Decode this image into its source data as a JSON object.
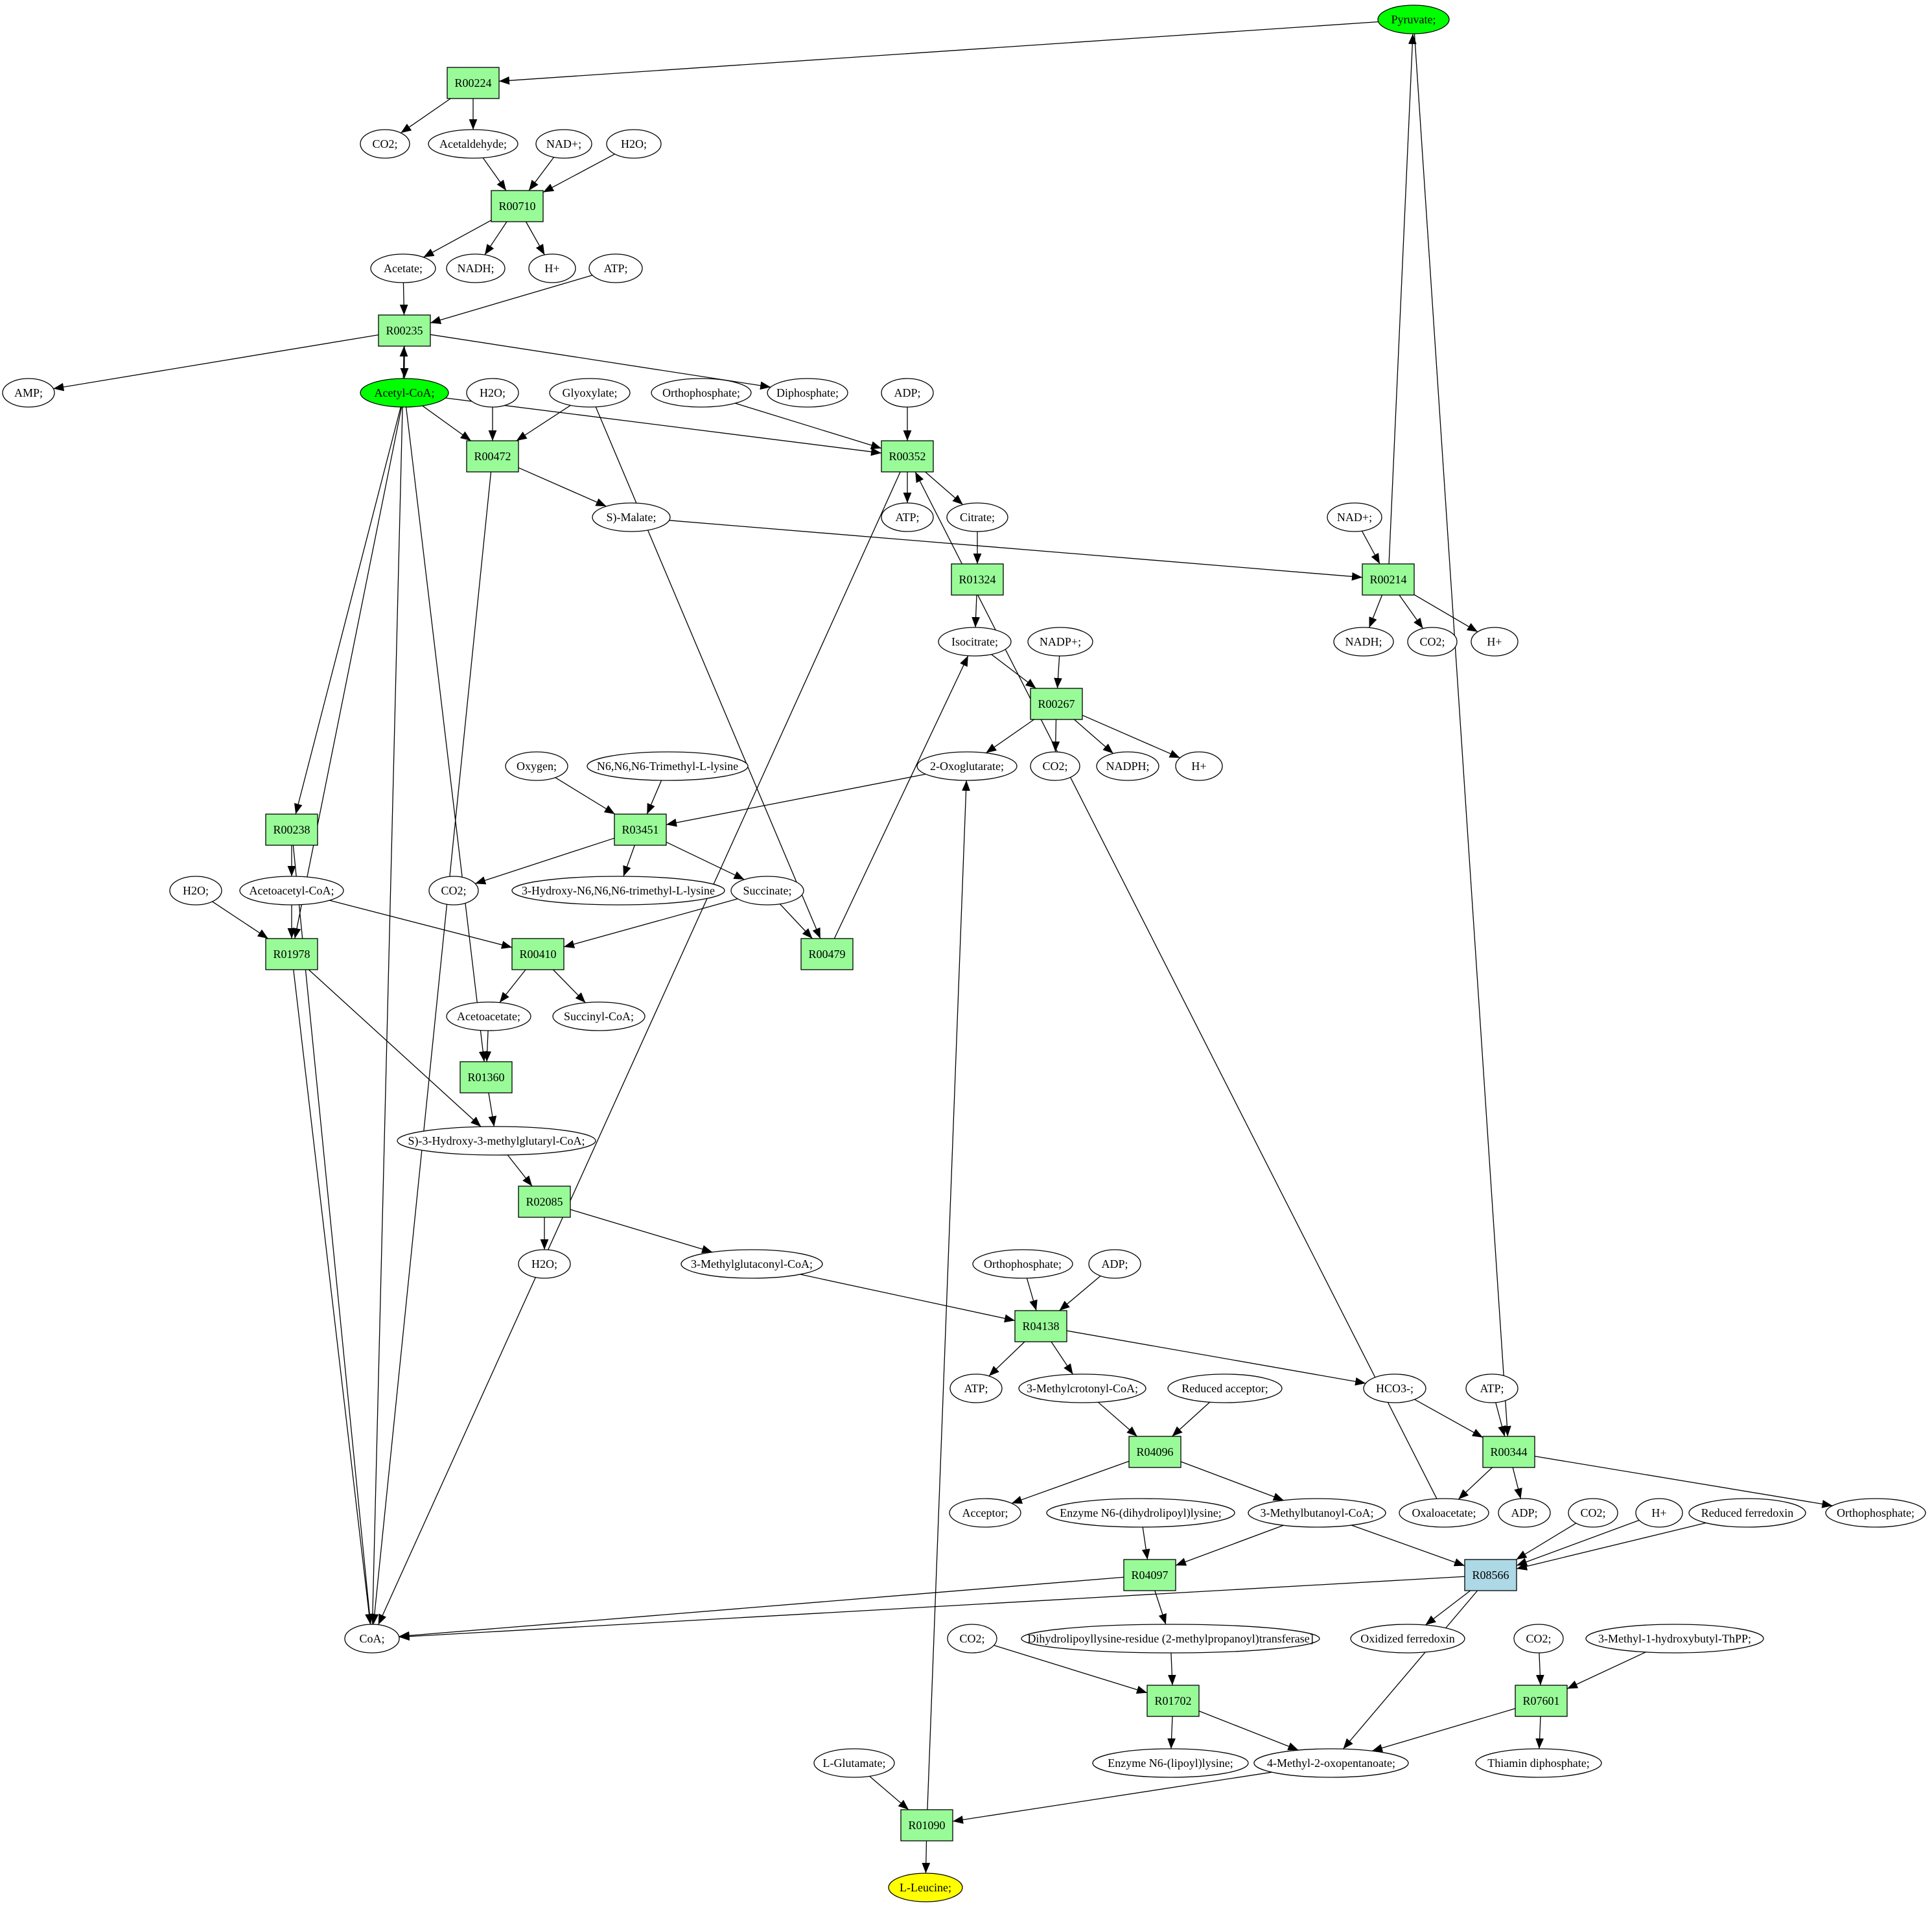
{
  "colors": {
    "reaction": "#98fb98",
    "reaction_alt": "#add8e6",
    "source": "#00ff00",
    "target": "#ffff00",
    "metabolite": "#ffffff",
    "stroke": "#000000"
  },
  "nodes": {
    "pyruvate": {
      "label": "Pyruvate;",
      "kind": "source"
    },
    "r00224": {
      "label": "R00224",
      "kind": "reaction"
    },
    "co2_a": {
      "label": "CO2;",
      "kind": "metabolite"
    },
    "acetaldehyde": {
      "label": "Acetaldehyde;",
      "kind": "metabolite"
    },
    "nadp_a": {
      "label": "NAD+;",
      "kind": "metabolite"
    },
    "h2o_a": {
      "label": "H2O;",
      "kind": "metabolite"
    },
    "r00710": {
      "label": "R00710",
      "kind": "reaction"
    },
    "acetate": {
      "label": "Acetate;",
      "kind": "metabolite"
    },
    "nadh_a": {
      "label": "NADH;",
      "kind": "metabolite"
    },
    "hplus_a": {
      "label": "H+",
      "kind": "metabolite"
    },
    "atp_a": {
      "label": "ATP;",
      "kind": "metabolite"
    },
    "r00235": {
      "label": "R00235",
      "kind": "reaction"
    },
    "amp": {
      "label": "AMP;",
      "kind": "metabolite"
    },
    "acetylcoa": {
      "label": "Acetyl-CoA;",
      "kind": "source"
    },
    "h2o_b": {
      "label": "H2O;",
      "kind": "metabolite"
    },
    "glyoxylate": {
      "label": "Glyoxylate;",
      "kind": "metabolite"
    },
    "orthophosphate_a": {
      "label": "Orthophosphate;",
      "kind": "metabolite"
    },
    "diphosphate": {
      "label": "Diphosphate;",
      "kind": "metabolite"
    },
    "adp_a": {
      "label": "ADP;",
      "kind": "metabolite"
    },
    "r00472": {
      "label": "R00472",
      "kind": "reaction"
    },
    "r00352": {
      "label": "R00352",
      "kind": "reaction"
    },
    "smalate": {
      "label": "S)-Malate;",
      "kind": "metabolite"
    },
    "atp_b": {
      "label": "ATP;",
      "kind": "metabolite"
    },
    "citrate": {
      "label": "Citrate;",
      "kind": "metabolite"
    },
    "nadplus_b": {
      "label": "NAD+;",
      "kind": "metabolite"
    },
    "r01324": {
      "label": "R01324",
      "kind": "reaction"
    },
    "r00214": {
      "label": "R00214",
      "kind": "reaction"
    },
    "nadh_b": {
      "label": "NADH;",
      "kind": "metabolite"
    },
    "co2_b": {
      "label": "CO2;",
      "kind": "metabolite"
    },
    "hplus_b": {
      "label": "H+",
      "kind": "metabolite"
    },
    "isocitrate": {
      "label": "Isocitrate;",
      "kind": "metabolite"
    },
    "nadpplus": {
      "label": "NADP+;",
      "kind": "metabolite"
    },
    "r00267": {
      "label": "R00267",
      "kind": "reaction"
    },
    "oxygen": {
      "label": "Oxygen;",
      "kind": "metabolite"
    },
    "trimethyllysine": {
      "label": "N6,N6,N6-Trimethyl-L-lysine",
      "kind": "metabolite"
    },
    "oxoglutarate": {
      "label": "2-Oxoglutarate;",
      "kind": "metabolite"
    },
    "co2_c": {
      "label": "CO2;",
      "kind": "metabolite"
    },
    "nadph": {
      "label": "NADPH;",
      "kind": "metabolite"
    },
    "hplus_c": {
      "label": "H+",
      "kind": "metabolite"
    },
    "r00238": {
      "label": "R00238",
      "kind": "reaction"
    },
    "r03451": {
      "label": "R03451",
      "kind": "reaction"
    },
    "h2o_c": {
      "label": "H2O;",
      "kind": "metabolite"
    },
    "acetoacetylcoa": {
      "label": "Acetoacetyl-CoA;",
      "kind": "metabolite"
    },
    "co2_d": {
      "label": "CO2;",
      "kind": "metabolite"
    },
    "hydroxytml": {
      "label": "3-Hydroxy-N6,N6,N6-trimethyl-L-lysine",
      "kind": "metabolite"
    },
    "succinate": {
      "label": "Succinate;",
      "kind": "metabolite"
    },
    "r01978": {
      "label": "R01978",
      "kind": "reaction"
    },
    "r00410": {
      "label": "R00410",
      "kind": "reaction"
    },
    "r00479": {
      "label": "R00479",
      "kind": "reaction"
    },
    "acetoacetate": {
      "label": "Acetoacetate;",
      "kind": "metabolite"
    },
    "succinylcoa": {
      "label": "Succinyl-CoA;",
      "kind": "metabolite"
    },
    "r01360": {
      "label": "R01360",
      "kind": "reaction"
    },
    "hmgcoa": {
      "label": "S)-3-Hydroxy-3-methylglutaryl-CoA;",
      "kind": "metabolite"
    },
    "r02085": {
      "label": "R02085",
      "kind": "reaction"
    },
    "h2o_d": {
      "label": "H2O;",
      "kind": "metabolite"
    },
    "methylglutaconylcoa": {
      "label": "3-Methylglutaconyl-CoA;",
      "kind": "metabolite"
    },
    "orthophosphate_b": {
      "label": "Orthophosphate;",
      "kind": "metabolite"
    },
    "adp_b": {
      "label": "ADP;",
      "kind": "metabolite"
    },
    "r04138": {
      "label": "R04138",
      "kind": "reaction"
    },
    "atp_c": {
      "label": "ATP;",
      "kind": "metabolite"
    },
    "methylcrotonylcoa": {
      "label": "3-Methylcrotonyl-CoA;",
      "kind": "metabolite"
    },
    "reducedacceptor": {
      "label": "Reduced acceptor;",
      "kind": "metabolite"
    },
    "hco3": {
      "label": "HCO3-;",
      "kind": "metabolite"
    },
    "atp_d": {
      "label": "ATP;",
      "kind": "metabolite"
    },
    "r04096": {
      "label": "R04096",
      "kind": "reaction"
    },
    "r00344": {
      "label": "R00344",
      "kind": "reaction"
    },
    "acceptor": {
      "label": "Acceptor;",
      "kind": "metabolite"
    },
    "enzymedihydrolipoyl": {
      "label": "Enzyme N6-(dihydrolipoyl)lysine;",
      "kind": "metabolite"
    },
    "methylbutanoylcoa": {
      "label": "3-Methylbutanoyl-CoA;",
      "kind": "metabolite"
    },
    "oxaloacetate": {
      "label": "Oxaloacetate;",
      "kind": "metabolite"
    },
    "adp_c": {
      "label": "ADP;",
      "kind": "metabolite"
    },
    "co2_e": {
      "label": "CO2;",
      "kind": "metabolite"
    },
    "hplus_d": {
      "label": "H+",
      "kind": "metabolite"
    },
    "reducedferredoxin": {
      "label": "Reduced ferredoxin",
      "kind": "metabolite"
    },
    "orthophosphate_c": {
      "label": "Orthophosphate;",
      "kind": "metabolite"
    },
    "r04097": {
      "label": "R04097",
      "kind": "reaction"
    },
    "r08566": {
      "label": "R08566",
      "kind": "reaction_alt"
    },
    "coa": {
      "label": "CoA;",
      "kind": "metabolite"
    },
    "co2_f": {
      "label": "CO2;",
      "kind": "metabolite"
    },
    "dihydrolipoyllysine": {
      "label": "Dihydrolipoyllysine-residue (2-methylpropanoyl)transferase]",
      "kind": "metabolite"
    },
    "oxidizedferredoxin": {
      "label": "Oxidized ferredoxin",
      "kind": "metabolite"
    },
    "co2_g": {
      "label": "CO2;",
      "kind": "metabolite"
    },
    "methylhydroxybutylthpp": {
      "label": "3-Methyl-1-hydroxybutyl-ThPP;",
      "kind": "metabolite"
    },
    "r01702": {
      "label": "R01702",
      "kind": "reaction"
    },
    "r07601": {
      "label": "R07601",
      "kind": "reaction"
    },
    "enzymelipoyl": {
      "label": "Enzyme N6-(lipoyl)lysine;",
      "kind": "metabolite"
    },
    "methyloxopentanoate": {
      "label": "4-Methyl-2-oxopentanoate;",
      "kind": "metabolite"
    },
    "thiamindiphosphate": {
      "label": "Thiamin diphosphate;",
      "kind": "metabolite"
    },
    "lglutamate": {
      "label": "L-Glutamate;",
      "kind": "metabolite"
    },
    "r01090": {
      "label": "R01090",
      "kind": "reaction"
    },
    "lleucine": {
      "label": "L-Leucine;",
      "kind": "target"
    }
  },
  "edges": [
    [
      "pyruvate",
      "r00224"
    ],
    [
      "r00224",
      "co2_a"
    ],
    [
      "r00224",
      "acetaldehyde"
    ],
    [
      "acetaldehyde",
      "r00710"
    ],
    [
      "nadp_a",
      "r00710"
    ],
    [
      "h2o_a",
      "r00710"
    ],
    [
      "r00710",
      "acetate"
    ],
    [
      "r00710",
      "nadh_a"
    ],
    [
      "r00710",
      "hplus_a"
    ],
    [
      "acetate",
      "r00235"
    ],
    [
      "atp_a",
      "r00235"
    ],
    [
      "r00235",
      "amp"
    ],
    [
      "r00235",
      "acetylcoa"
    ],
    [
      "r00235",
      "diphosphate"
    ],
    [
      "acetylcoa",
      "r00472"
    ],
    [
      "h2o_b",
      "r00472"
    ],
    [
      "glyoxylate",
      "r00472"
    ],
    [
      "r00472",
      "smalate"
    ],
    [
      "r00472",
      "coa"
    ],
    [
      "acetylcoa",
      "r00352"
    ],
    [
      "orthophosphate_a",
      "r00352"
    ],
    [
      "adp_a",
      "r00352"
    ],
    [
      "r00352",
      "atp_b"
    ],
    [
      "r00352",
      "citrate"
    ],
    [
      "r00352",
      "coa"
    ],
    [
      "citrate",
      "r01324"
    ],
    [
      "r01324",
      "isocitrate"
    ],
    [
      "smalate",
      "r00214"
    ],
    [
      "nadplus_b",
      "r00214"
    ],
    [
      "r00214",
      "pyruvate"
    ],
    [
      "r00214",
      "nadh_b"
    ],
    [
      "r00214",
      "co2_b"
    ],
    [
      "r00214",
      "hplus_b"
    ],
    [
      "isocitrate",
      "r00267"
    ],
    [
      "nadpplus",
      "r00267"
    ],
    [
      "r00267",
      "oxoglutarate"
    ],
    [
      "r00267",
      "co2_c"
    ],
    [
      "r00267",
      "nadph"
    ],
    [
      "r00267",
      "hplus_c"
    ],
    [
      "oxygen",
      "r03451"
    ],
    [
      "trimethyllysine",
      "r03451"
    ],
    [
      "oxoglutarate",
      "r03451"
    ],
    [
      "r03451",
      "co2_d"
    ],
    [
      "r03451",
      "hydroxytml"
    ],
    [
      "r03451",
      "succinate"
    ],
    [
      "acetylcoa",
      "r00238"
    ],
    [
      "r00238",
      "acetoacetylcoa"
    ],
    [
      "r00238",
      "coa"
    ],
    [
      "acetylcoa",
      "r01978"
    ],
    [
      "h2o_c",
      "r01978"
    ],
    [
      "acetoacetylcoa",
      "r01978"
    ],
    [
      "r01978",
      "hmgcoa"
    ],
    [
      "r01978",
      "coa"
    ],
    [
      "acetoacetylcoa",
      "r00410"
    ],
    [
      "succinate",
      "r00410"
    ],
    [
      "r00410",
      "acetoacetate"
    ],
    [
      "r00410",
      "succinylcoa"
    ],
    [
      "glyoxylate",
      "r00479"
    ],
    [
      "succinate",
      "r00479"
    ],
    [
      "r00479",
      "isocitrate"
    ],
    [
      "acetoacetate",
      "r01360"
    ],
    [
      "acetylcoa",
      "r01360"
    ],
    [
      "r01360",
      "hmgcoa"
    ],
    [
      "hmgcoa",
      "r02085"
    ],
    [
      "r02085",
      "h2o_d"
    ],
    [
      "r02085",
      "methylglutaconylcoa"
    ],
    [
      "methylglutaconylcoa",
      "r04138"
    ],
    [
      "orthophosphate_b",
      "r04138"
    ],
    [
      "adp_b",
      "r04138"
    ],
    [
      "r04138",
      "atp_c"
    ],
    [
      "r04138",
      "methylcrotonylcoa"
    ],
    [
      "r04138",
      "hco3"
    ],
    [
      "methylcrotonylcoa",
      "r04096"
    ],
    [
      "reducedacceptor",
      "r04096"
    ],
    [
      "r04096",
      "acceptor"
    ],
    [
      "r04096",
      "methylbutanoylcoa"
    ],
    [
      "hco3",
      "r00344"
    ],
    [
      "atp_d",
      "r00344"
    ],
    [
      "pyruvate",
      "r00344"
    ],
    [
      "r00344",
      "oxaloacetate"
    ],
    [
      "r00344",
      "adp_c"
    ],
    [
      "r00344",
      "orthophosphate_c"
    ],
    [
      "oxaloacetate",
      "r00352"
    ],
    [
      "enzymedihydrolipoyl",
      "r04097"
    ],
    [
      "methylbutanoylcoa",
      "r04097"
    ],
    [
      "r04097",
      "coa"
    ],
    [
      "r04097",
      "dihydrolipoyllysine"
    ],
    [
      "methylbutanoylcoa",
      "r08566"
    ],
    [
      "co2_e",
      "r08566"
    ],
    [
      "hplus_d",
      "r08566"
    ],
    [
      "reducedferredoxin",
      "r08566"
    ],
    [
      "r08566",
      "coa"
    ],
    [
      "r08566",
      "oxidizedferredoxin"
    ],
    [
      "r08566",
      "methyloxopentanoate"
    ],
    [
      "co2_f",
      "r01702"
    ],
    [
      "dihydrolipoyllysine",
      "r01702"
    ],
    [
      "r01702",
      "enzymelipoyl"
    ],
    [
      "r01702",
      "methyloxopentanoate"
    ],
    [
      "co2_g",
      "r07601"
    ],
    [
      "methylhydroxybutylthpp",
      "r07601"
    ],
    [
      "r07601",
      "methyloxopentanoate"
    ],
    [
      "r07601",
      "thiamindiphosphate"
    ],
    [
      "lglutamate",
      "r01090"
    ],
    [
      "methyloxopentanoate",
      "r01090"
    ],
    [
      "r01090",
      "oxoglutarate"
    ],
    [
      "r01090",
      "lleucine"
    ],
    [
      "coa",
      "r00235"
    ]
  ]
}
